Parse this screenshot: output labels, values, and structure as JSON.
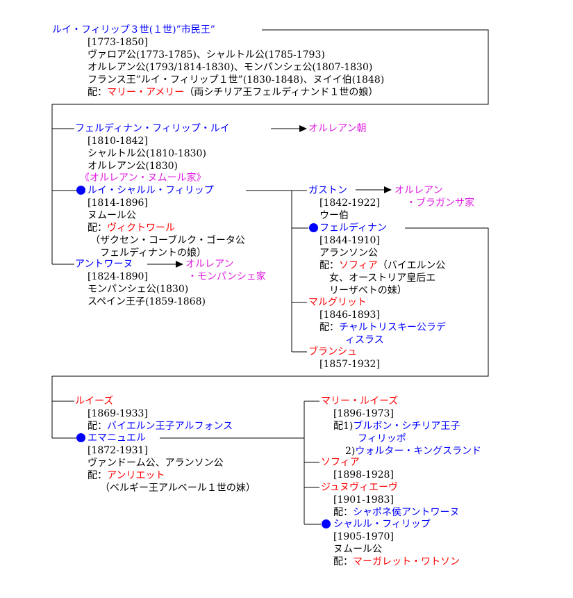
{
  "louis_philippe": {
    "name": "ルイ・フィリップ３世(１世)”市民王”",
    "years": "[1773-1850]",
    "title1": "ヴァロア公(1773-1785)、シャルトル公(1785-1793)",
    "title2": "オルレアン公(1793/1814-1830)、モンパンシェ公(1807-1830)",
    "title3": "フランス王”ルイ・フィリップ１世”(1830-1848)、ヌイイ伯(1848)",
    "spouse_prefix": "配：",
    "spouse": "マリー・アメリー",
    "spouse_note": "（両シチリア王フェルディナンド１世の娘）"
  },
  "ferdinand_philippe": {
    "name": "フェルディナン・フィリップ・ルイ",
    "years": "[1810-1842]",
    "title1": "シャルトル公(1810-1830)",
    "title2": "オルレアン公(1830)",
    "branch": "オルレアン朝"
  },
  "nemours_house": "《オルレアン・ヌムール家》",
  "louis_charles": {
    "name": "ルイ・シャルル・フィリップ",
    "years": "[1814-1896]",
    "title": "ヌムール公",
    "spouse_prefix": "配：",
    "spouse": "ヴィクトワール",
    "spouse_note1": "（ザクセン・コーブルク・ゴータ公",
    "spouse_note2": "フェルディナントの娘）"
  },
  "antoine": {
    "name": "アントワーヌ",
    "years": "[1824-1890]",
    "title1": "モンパンシェ公(1830)",
    "title2": "スペイン王子(1859-1868)",
    "branch1": "オルレアン",
    "branch2": "・モンパンシェ家"
  },
  "gaston": {
    "name": "ガストン",
    "years": "[1842-1922]",
    "title": "ウー伯",
    "branch1": "オルレアン",
    "branch2": "・ブラガンサ家"
  },
  "ferdinand": {
    "name": "フェルディナン",
    "years": "[1844-1910]",
    "title": "アランソン公",
    "spouse_prefix": "配：",
    "spouse": "ソフィア",
    "spouse_note1": "（バイエルン公",
    "spouse_note2": "女、オーストリア皇后エ",
    "spouse_note3": "リーザベトの妹）"
  },
  "marguerite": {
    "name": "マルグリット",
    "years": "[1846-1893]",
    "spouse_prefix": "配：",
    "spouse1": "チャルトリスキー公ラデ",
    "spouse2": "ィスラス"
  },
  "blanche": {
    "name": "ブランシュ",
    "years": "[1857-1932]"
  },
  "louise": {
    "name": "ルイーズ",
    "years": "[1869-1933]",
    "spouse_prefix": "配：",
    "spouse": "バイエルン王子アルフォンス"
  },
  "emmanuel": {
    "name": "エマニュエル",
    "years": "[1872-1931]",
    "title": "ヴァンドーム公、アランソン公",
    "spouse_prefix": "配：",
    "spouse": "アンリエット",
    "spouse_note": "（ベルギー王アルベール１世の妹）"
  },
  "marie_louise": {
    "name": "マリー・ルイーズ",
    "years": "[1896-1973]",
    "spouse1_prefix": "配1)",
    "spouse1a": "ブルボン・シチリア王子",
    "spouse1b": "フィリッポ",
    "spouse2_prefix": "2)",
    "spouse2": "ウォルター・キングスランド"
  },
  "sophie": {
    "name": "ソフィア",
    "years": "[1898-1928]"
  },
  "genevieve": {
    "name": "ジュヌヴィエーヴ",
    "years": "[1901-1983]",
    "spouse_prefix": "配：",
    "spouse": "シャポネ侯アントワーヌ"
  },
  "charles_philippe": {
    "name": "シャルル・フィリップ",
    "years": "[1905-1970]",
    "title": "ヌムール公",
    "spouse_prefix": "配：",
    "spouse": "マーガレット・ワトソン"
  }
}
